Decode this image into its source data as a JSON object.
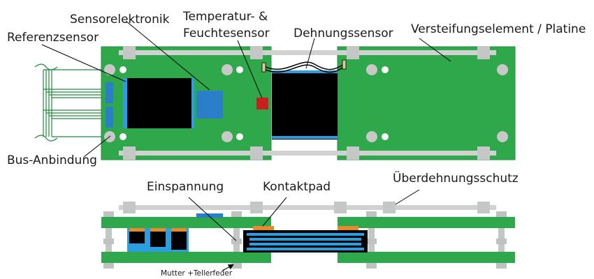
{
  "colors": {
    "pcb": "#2ea84a",
    "pcb_edge": "#258f3e",
    "rod": "#cfd2d0",
    "hole": "#d0d0d0",
    "chip": "#000000",
    "blue": "#2a9ee0",
    "dark_blue": "#1f63a8",
    "sensor_blue": "#2b7fc8",
    "red": "#c8201f",
    "orange": "#e58a2e"
  },
  "labels": {
    "referenzsensor": "Referenzsensor",
    "sensorelektronik": "Sensorelektronik",
    "temp_line1": "Temperatur- &",
    "temp_line2": "Feuchtesensor",
    "dehnungssensor": "Dehnungssensor",
    "versteifung": "Versteifungselement / Platine",
    "bus": "Bus-Anbindung",
    "einspannung": "Einspannung",
    "kontaktpad": "Kontaktpad",
    "ueberdehnung": "Überdehnungsschutz",
    "mutter": "Mutter +Tellerfeder"
  }
}
